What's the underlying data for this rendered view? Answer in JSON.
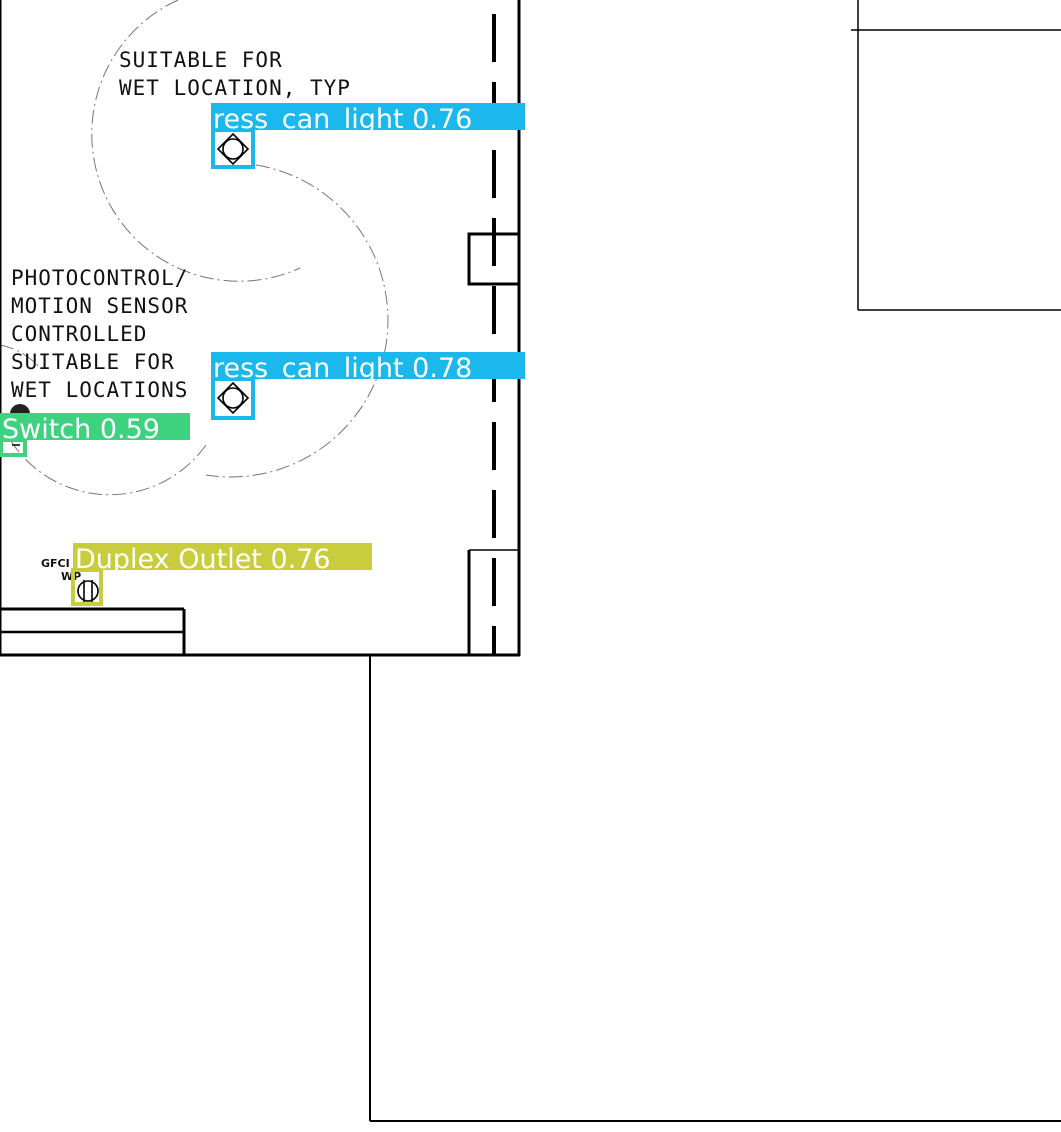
{
  "drawing_notes": {
    "note_wet_line1": "SUITABLE FOR",
    "note_wet_line2": "WET LOCATION, TYP",
    "note_photo_line1": "PHOTOCONTROL/",
    "note_photo_line2": "MOTION SENSOR",
    "note_photo_line3": "CONTROLLED",
    "note_photo_line4": "SUITABLE FOR",
    "note_photo_line5": "WET LOCATIONS",
    "gfci_label": "GFCI",
    "wp_label": "WP"
  },
  "detections": [
    {
      "label": "ress_can_light 0.76",
      "class": "ress_can_light",
      "score": 0.76,
      "color": "#1ab8ec"
    },
    {
      "label": "ress_can_light 0.78",
      "class": "ress_can_light",
      "score": 0.78,
      "color": "#1ab8ec"
    },
    {
      "label": "Switch 0.59",
      "class": "Switch",
      "score": 0.59,
      "color": "#3ed17f"
    },
    {
      "label": "Duplex Outlet 0.76",
      "class": "Duplex Outlet",
      "score": 0.76,
      "color": "#c9cc3c"
    }
  ],
  "colors": {
    "line": "#000000",
    "background": "#ffffff",
    "can_light_box": "#1ab8ec",
    "switch_box": "#3ed17f",
    "outlet_box": "#c9cc3c"
  }
}
